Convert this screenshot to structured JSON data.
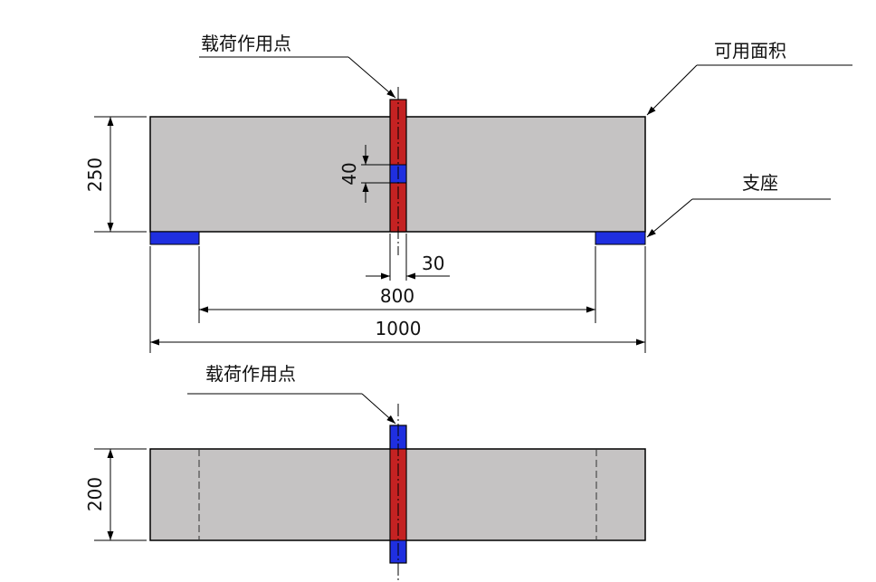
{
  "colors": {
    "beam_fill": "#c5c3c3",
    "load_red": "#c42222",
    "support_blue": "#1f2fe0",
    "line": "#000000"
  },
  "top_view": {
    "label_load_point": "载荷作用点",
    "label_usable_area": "可用面积",
    "label_support": "支座",
    "dim_height": "250",
    "dim_load_block": "40",
    "dim_load_width": "30",
    "dim_span": "800",
    "dim_length": "1000"
  },
  "bottom_view": {
    "label_load_point": "载荷作用点",
    "dim_width": "200"
  }
}
